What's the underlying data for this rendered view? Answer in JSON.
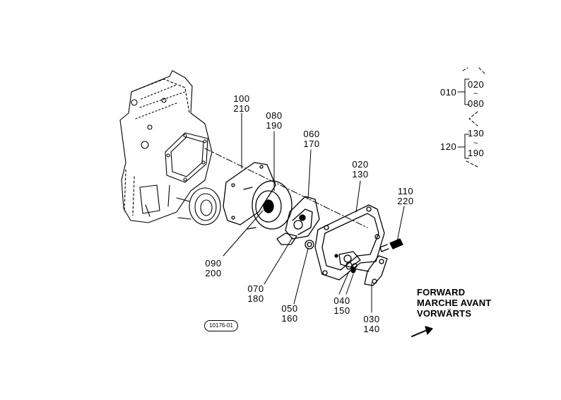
{
  "diagram_ref": "10176-01",
  "callouts": [
    {
      "id": "c1",
      "top": "100",
      "bottom": "210"
    },
    {
      "id": "c2",
      "top": "080",
      "bottom": "190"
    },
    {
      "id": "c3",
      "top": "060",
      "bottom": "170"
    },
    {
      "id": "c4",
      "top": "020",
      "bottom": "130"
    },
    {
      "id": "c5",
      "top": "110",
      "bottom": "220"
    },
    {
      "id": "c6",
      "top": "090",
      "bottom": "200"
    },
    {
      "id": "c7",
      "top": "070",
      "bottom": "180"
    },
    {
      "id": "c8",
      "top": "050",
      "bottom": "160"
    },
    {
      "id": "c9",
      "top": "040",
      "bottom": "150"
    },
    {
      "id": "c10",
      "top": "030",
      "bottom": "140"
    }
  ],
  "index_group_1": {
    "parent": "010",
    "from": "020",
    "to": "080"
  },
  "index_group_2": {
    "parent": "120",
    "from": "130",
    "to": "190"
  },
  "direction": {
    "line1": "FORWARD",
    "line2": "MARCHE AVANT",
    "line3": "VORWÄRTS"
  }
}
